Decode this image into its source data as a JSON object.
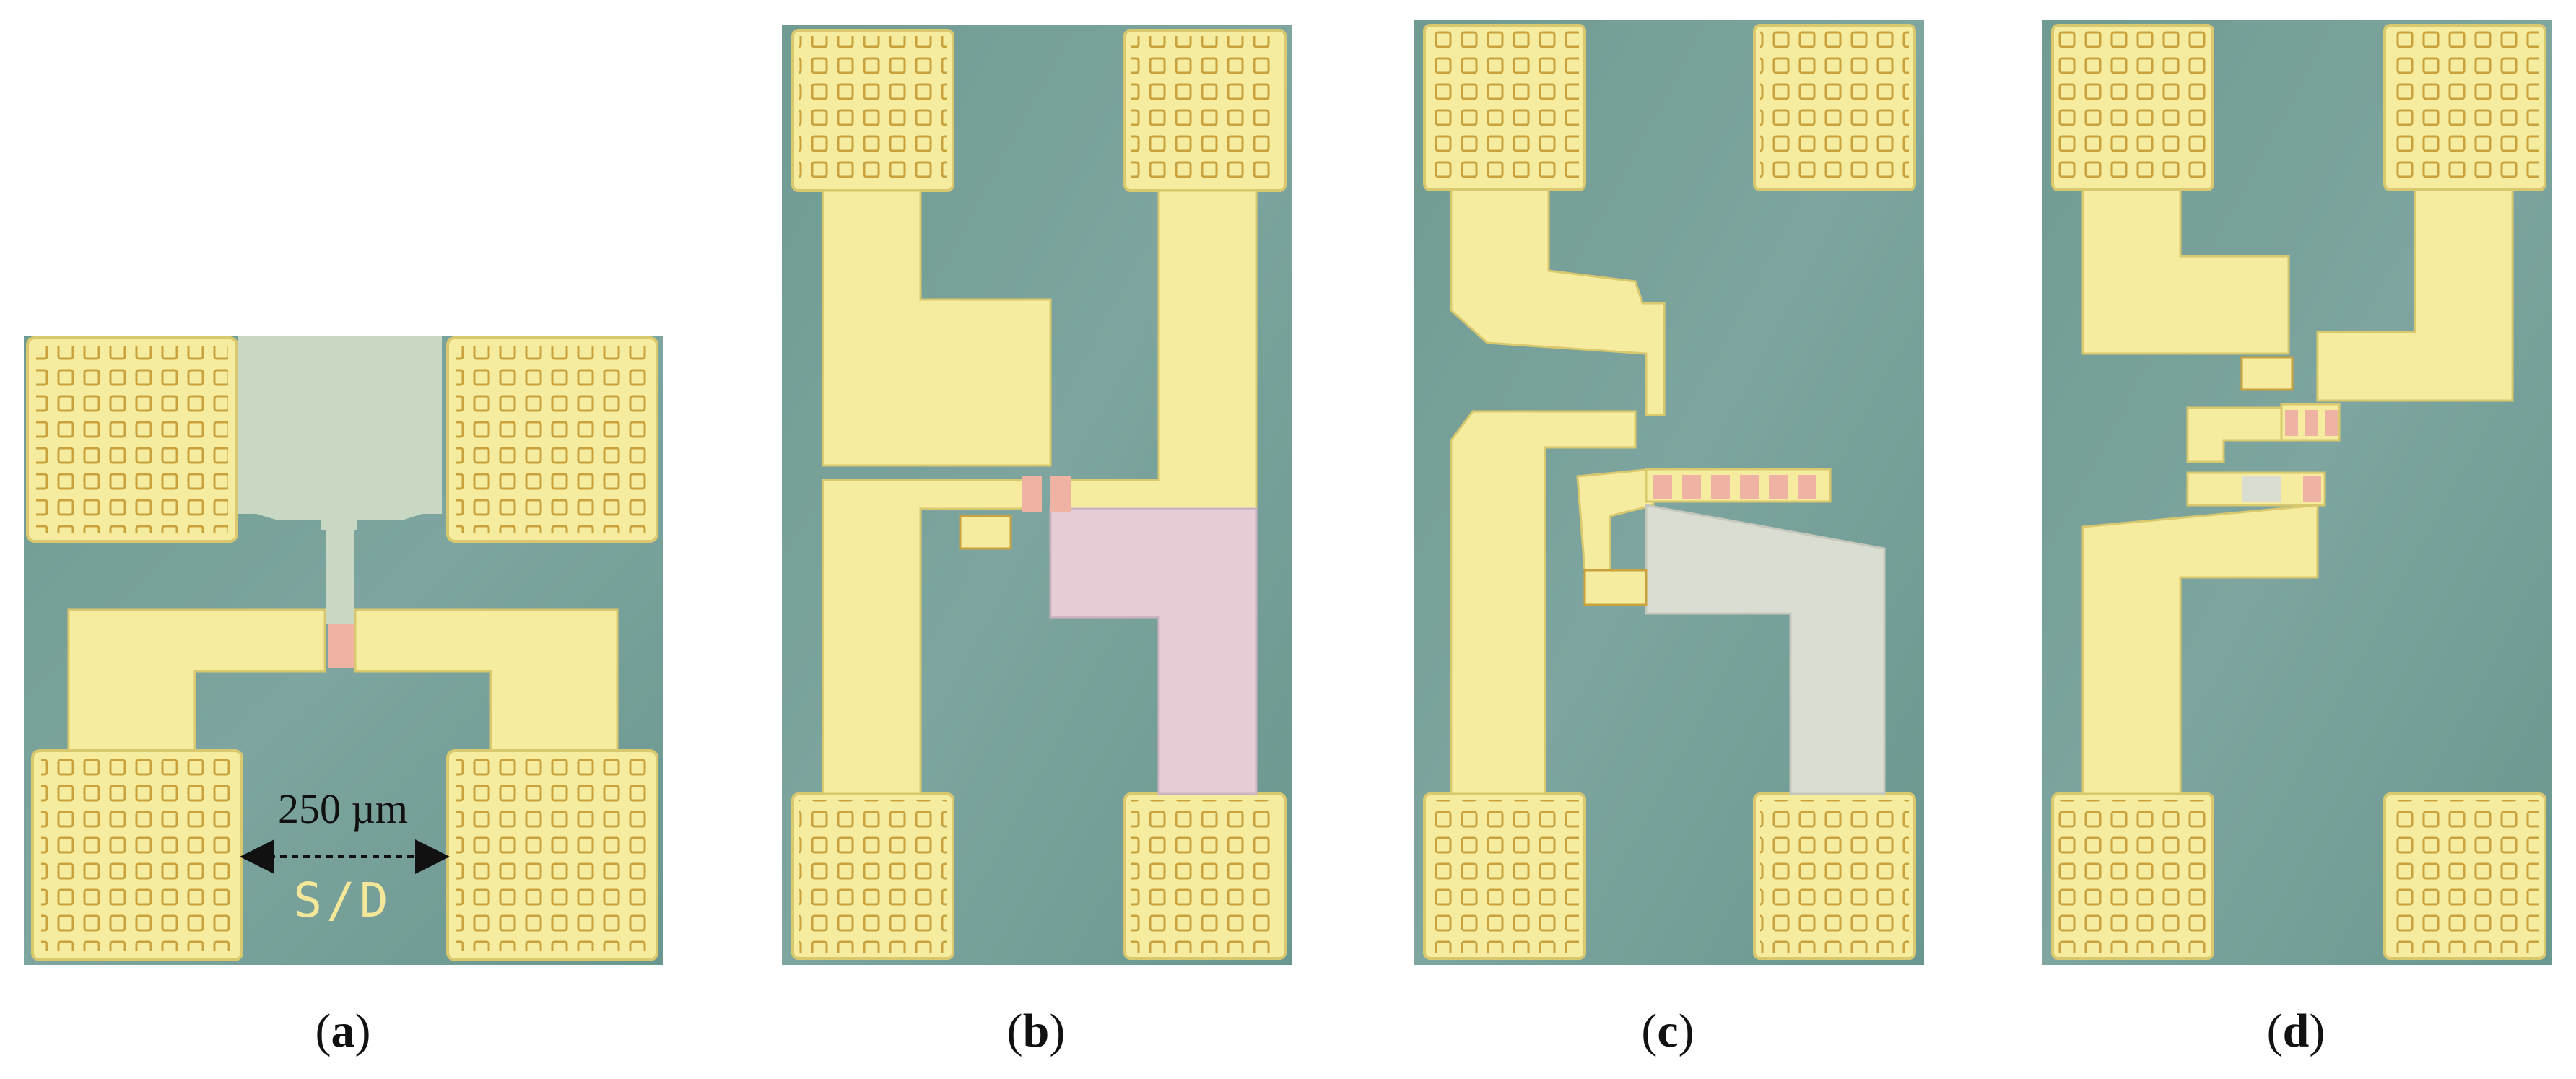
{
  "figure": {
    "panels": [
      {
        "id": "a",
        "label_open": "(",
        "letter": "a",
        "label_close": ")"
      },
      {
        "id": "b",
        "label_open": "(",
        "letter": "b",
        "label_close": ")"
      },
      {
        "id": "c",
        "label_open": "(",
        "letter": "c",
        "label_close": ")"
      },
      {
        "id": "d",
        "label_open": "(",
        "letter": "d",
        "label_close": ")"
      }
    ],
    "scale_bar": {
      "text": "250 µm"
    },
    "marking": {
      "text": "S/D"
    }
  },
  "colors": {
    "background": "#6e9a93",
    "gold": "#f5ec9f",
    "gold_edge": "#d9c86e",
    "pad_square": "#c9a23e",
    "pink": "#e6cdd6",
    "gray": "#d9ddd2",
    "graygreen": "#c8d8c2",
    "contact": "#efb3a4"
  }
}
